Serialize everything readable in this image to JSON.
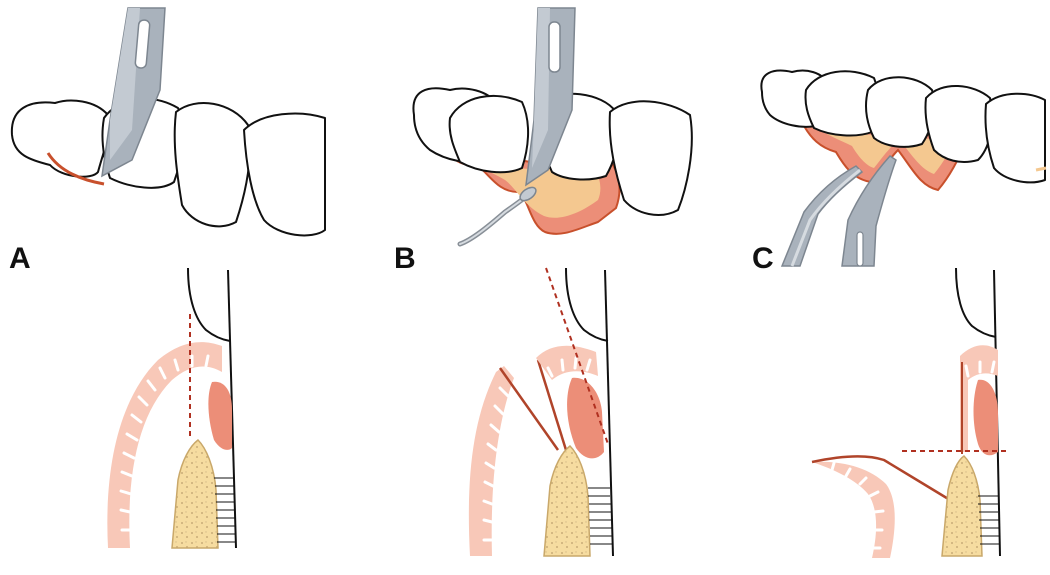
{
  "panels": [
    {
      "label": "A"
    },
    {
      "label": "B"
    },
    {
      "label": "C"
    }
  ],
  "colors": {
    "outline": "#111111",
    "gingiva_light": "#f8c8b8",
    "gingiva_dark": "#ec8e78",
    "flap_fill": "#f4c890",
    "flap_edge": "#c8502c",
    "bone": "#f6dca0",
    "blade": "#a9b2bc",
    "incision_line": "#b03020"
  },
  "icons": [
    "scalpel-blade-icon",
    "periosteal-elevator-icon",
    "tissue-forceps-icon"
  ]
}
